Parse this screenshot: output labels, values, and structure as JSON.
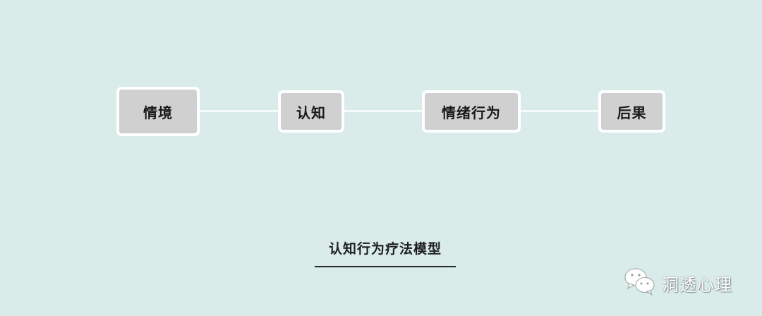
{
  "diagram": {
    "nodes": [
      {
        "id": "situation",
        "label": "情境"
      },
      {
        "id": "cognition",
        "label": "认知"
      },
      {
        "id": "emotion-behavior",
        "label": "情绪行为"
      },
      {
        "id": "consequence",
        "label": "后果"
      }
    ],
    "edges": [
      {
        "from": "situation",
        "to": "cognition"
      },
      {
        "from": "cognition",
        "to": "emotion-behavior"
      },
      {
        "from": "emotion-behavior",
        "to": "consequence"
      }
    ],
    "caption": "认知行为疗法模型"
  },
  "watermark": {
    "icon": "wechat-icon",
    "text": "洞透心理"
  },
  "colors": {
    "background": "#d9ecea",
    "node_fill": "#d0d0d0",
    "node_border": "#ffffff",
    "connector": "#f4fbfa",
    "text": "#1a1a1a"
  }
}
